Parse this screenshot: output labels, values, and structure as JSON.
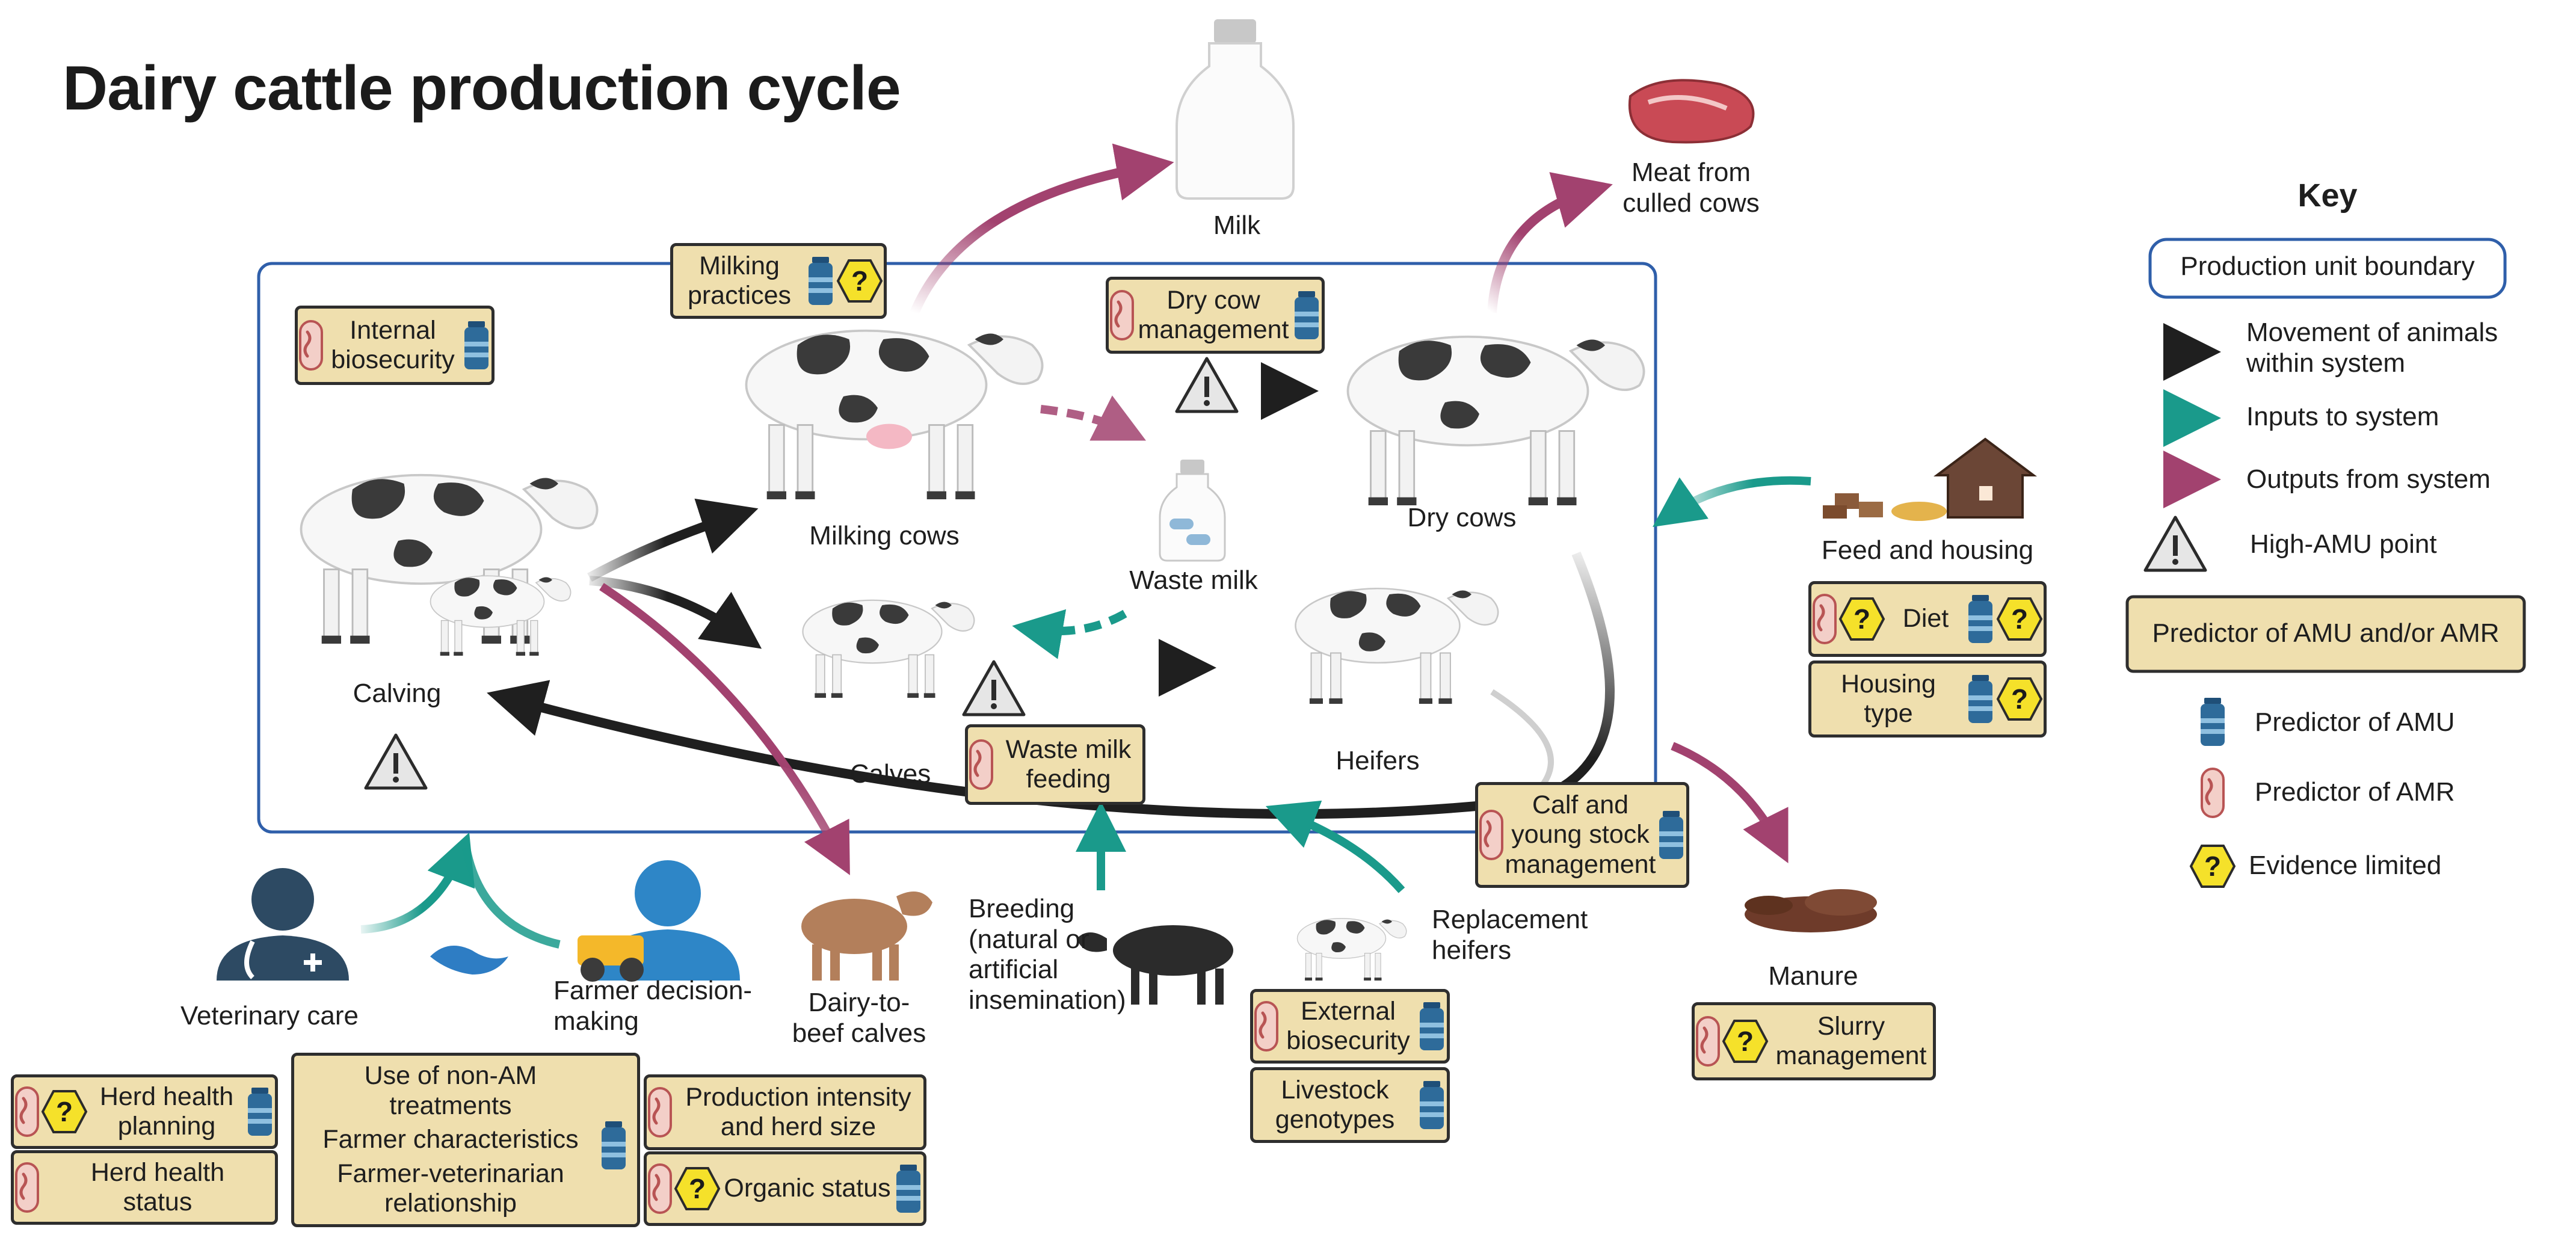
{
  "title": "Dairy cattle production cycle",
  "outputs": {
    "milk": "Milk",
    "meat": "Meat from culled cows",
    "meat_l1": "Meat from",
    "meat_l2": "culled cows",
    "beef_l1": "Dairy-to-",
    "beef_l2": "beef calves",
    "manure": "Manure"
  },
  "animals": {
    "calving": "Calving",
    "milking": "Milking cows",
    "dry": "Dry cows",
    "calves": "Calves",
    "heifers": "Heifers"
  },
  "waste_milk": "Waste milk",
  "inputs": {
    "feed": "Feed and housing",
    "breeding_l1": "Breeding",
    "breeding_l2": "(natural or",
    "breeding_l3": "artificial",
    "breeding_l4": "insemination)",
    "replacement_l1": "Replacement",
    "replacement_l2": "heifers",
    "vet": "Veterinary care",
    "farmer_l1": "Farmer decision-",
    "farmer_l2": "making"
  },
  "predictors": {
    "milking_practices_l1": "Milking",
    "milking_practices_l2": "practices",
    "internal_l1": "Internal",
    "internal_l2": "biosecurity",
    "drycow_l1": "Dry cow",
    "drycow_l2": "management",
    "wmf_l1": "Waste milk",
    "wmf_l2": "feeding",
    "diet": "Diet",
    "housing_l1": "Housing",
    "housing_l2": "type",
    "calf_l1": "Calf and",
    "calf_l2": "young stock",
    "calf_l3": "management",
    "ext_l1": "External",
    "ext_l2": "biosecurity",
    "geno_l1": "Livestock",
    "geno_l2": "genotypes",
    "slurry_l1": "Slurry",
    "slurry_l2": "management",
    "hhp_l1": "Herd health",
    "hhp_l2": "planning",
    "hhs_l1": "Herd health",
    "hhs_l2": "status",
    "nonam": "Use of non-AM treatments",
    "farmer_char": "Farmer characteristics",
    "fv_l1": "Farmer-veterinarian",
    "fv_l2": "relationship",
    "prod_l1": "Production intensity",
    "prod_l2": "and herd size",
    "organic": "Organic status"
  },
  "key": {
    "title": "Key",
    "boundary": "Production unit boundary",
    "movement_l1": "Movement of animals",
    "movement_l2": "within system",
    "inputs": "Inputs to system",
    "outputs": "Outputs from system",
    "high_amu": "High-AMU point",
    "predictor": "Predictor of AMU and/or AMR",
    "amu": "Predictor of AMU",
    "amr": "Predictor of AMR",
    "limited": "Evidence limited"
  },
  "colors": {
    "boundary": "#2f5faa",
    "movement": "#1f1f1f",
    "inputs": "#1a9a8b",
    "outputs": "#a2426f",
    "predictor_fill": "#efdfae",
    "amu_bottle": "#2e6b9a",
    "amr_pill": "#c96a6a",
    "evidence": "#f5e12a"
  },
  "icons": [
    "vial-icon",
    "bacteria-pill-icon",
    "question-hexagon-icon",
    "warning-triangle-icon",
    "handshake-icon",
    "house-icon",
    "cow-icon"
  ]
}
